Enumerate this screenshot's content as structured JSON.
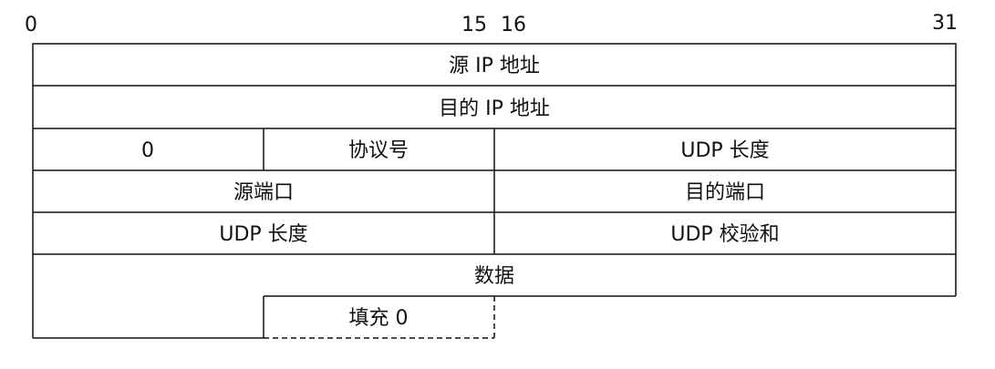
{
  "bit_labels": {
    "b0": "0",
    "b15": "15",
    "b16": "16",
    "b31": "31"
  },
  "rows": {
    "src_ip": "源 IP 地址",
    "dst_ip": "目的 IP 地址",
    "zero": "0",
    "protocol": "协议号",
    "udp_length_pseudo": "UDP 长度",
    "src_port": "源端口",
    "dst_port": "目的端口",
    "udp_length": "UDP 长度",
    "udp_checksum": "UDP 校验和",
    "data": "数据",
    "padding": "填充 0"
  }
}
